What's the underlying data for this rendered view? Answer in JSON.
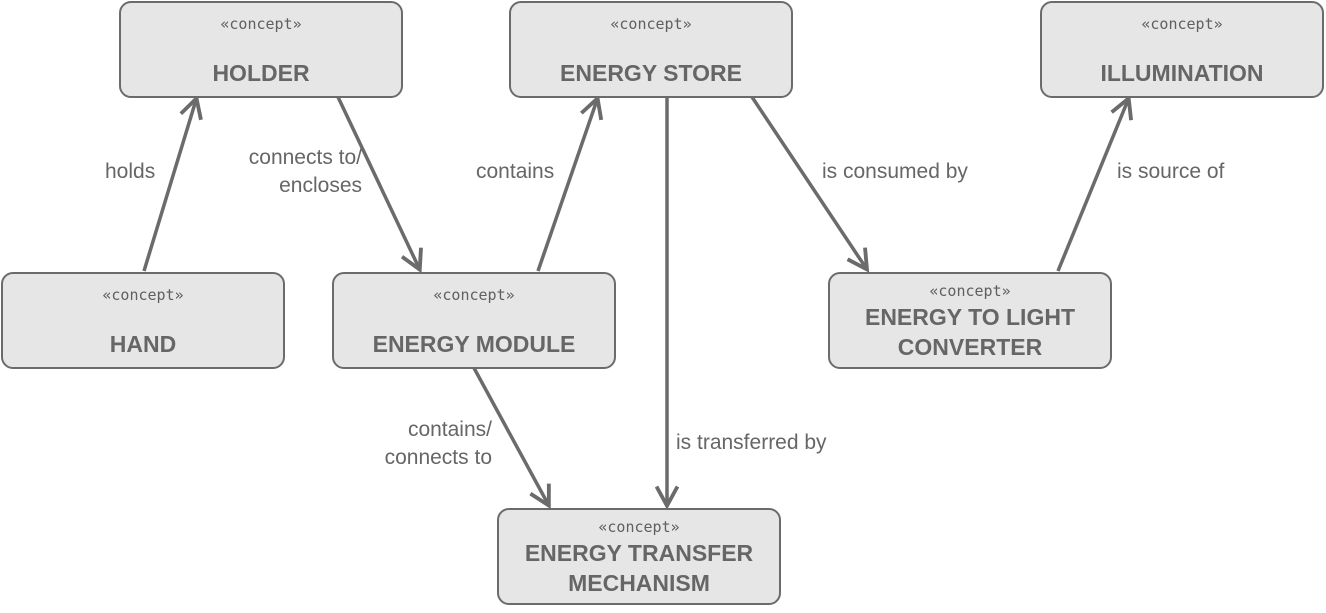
{
  "stereotype": "«concept»",
  "nodes": {
    "holder": "HOLDER",
    "energy_store": "ENERGY STORE",
    "illumination": "ILLUMINATION",
    "hand": "HAND",
    "energy_module": "ENERGY MODULE",
    "energy_to_light_converter": "ENERGY TO LIGHT\nCONVERTER",
    "energy_transfer_mechanism": "ENERGY TRANSFER\nMECHANISM"
  },
  "edges": {
    "holds": "holds",
    "connects_encloses": "connects to/\nencloses",
    "contains": "contains",
    "is_consumed_by": "is consumed by",
    "is_source_of": "is source of",
    "contains_connects": "contains/\nconnects to",
    "is_transferred_by": "is transferred by"
  },
  "colors": {
    "box_fill": "#e6e6e6",
    "box_border": "#6b6b6b",
    "text": "#666666"
  }
}
